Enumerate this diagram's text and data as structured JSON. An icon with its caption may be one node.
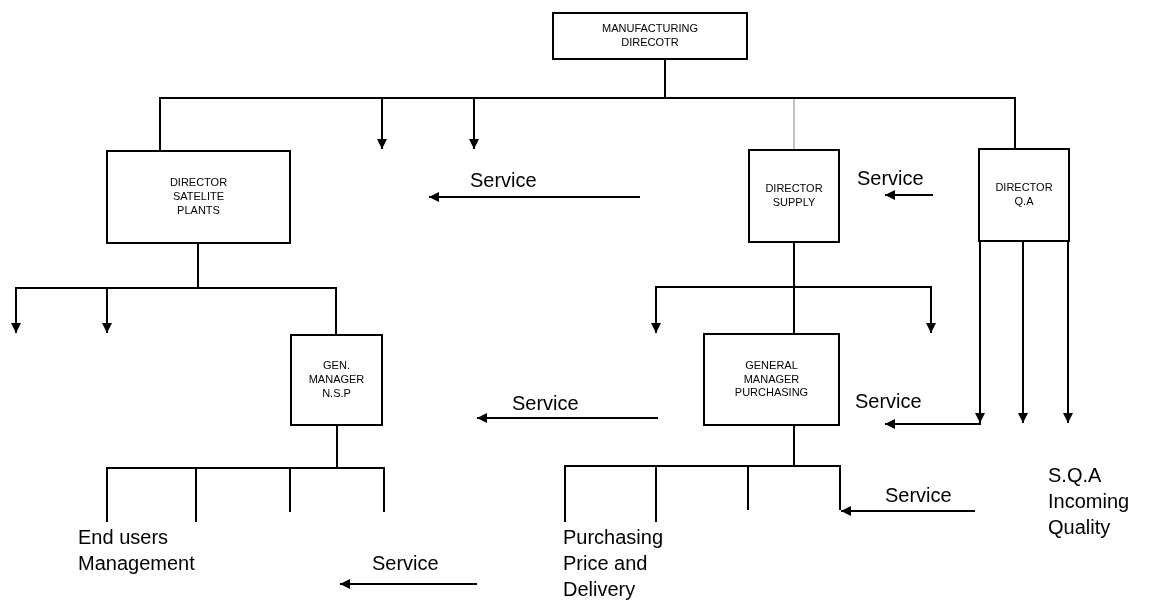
{
  "diagram": {
    "nodes": [
      {
        "text": [
          "MANUFACTURING DIRECOTR"
        ]
      },
      {
        "text": [
          "DIRECTOR SATELITE PLANTS"
        ]
      },
      {
        "text": [
          "DIRECTOR SUPPLY"
        ]
      },
      {
        "text": [
          "DIRECTOR Q.A"
        ]
      },
      {
        "text": [
          "GEN. MANAGER N.S.P"
        ]
      },
      {
        "text": [
          "GENERAL MANAGER PURCHASING"
        ]
      },
      {
        "text": [
          "End users Management"
        ]
      },
      {
        "text": [
          "Purchasing Price and Delivery"
        ]
      }
    ],
    "edges": [
      {
        "from": 0,
        "to": 1,
        "arrow": "none"
      },
      {
        "from": 0,
        "to": 2,
        "arrow": "none",
        "color": "#999999"
      },
      {
        "from": 0,
        "to": 3,
        "arrow": "none"
      },
      {
        "from": 0,
        "to": null,
        "arrow": "to"
      },
      {
        "from": 0,
        "to": null,
        "arrow": "to"
      },
      {
        "from": 1,
        "to": 4,
        "arrow": "none"
      },
      {
        "from": 1,
        "to": null,
        "arrow": "to"
      },
      {
        "from": 1,
        "to": null,
        "arrow": "to"
      },
      {
        "from": 2,
        "to": 5,
        "arrow": "none"
      },
      {
        "from": 2,
        "to": null,
        "arrow": "to"
      },
      {
        "from": 2,
        "to": null,
        "arrow": "to"
      },
      {
        "from": 3,
        "to": null,
        "arrow": "to"
      },
      {
        "from": 3,
        "to": null,
        "arrow": "to"
      },
      {
        "from": 3,
        "to": null,
        "arrow": "to"
      },
      {
        "from": 3,
        "to": null,
        "arrow": "to",
        "label": "Service"
      },
      {
        "from": 4,
        "to": 6,
        "arrow": "none"
      },
      {
        "from": 4,
        "to": 6,
        "arrow": "none"
      },
      {
        "from": 4,
        "to": null,
        "arrow": "none"
      },
      {
        "from": 4,
        "to": null,
        "arrow": "none"
      },
      {
        "from": 5,
        "to": 7,
        "arrow": "none"
      },
      {
        "from": 5,
        "to": 7,
        "arrow": "none"
      },
      {
        "from": 5,
        "to": null,
        "arrow": "none"
      },
      {
        "from": 5,
        "to": null,
        "arrow": "none"
      }
    ],
    "labels": [
      "Service",
      "Service",
      "Service",
      "S.Q.A Incoming Quality",
      "Service",
      "Service"
    ]
  }
}
